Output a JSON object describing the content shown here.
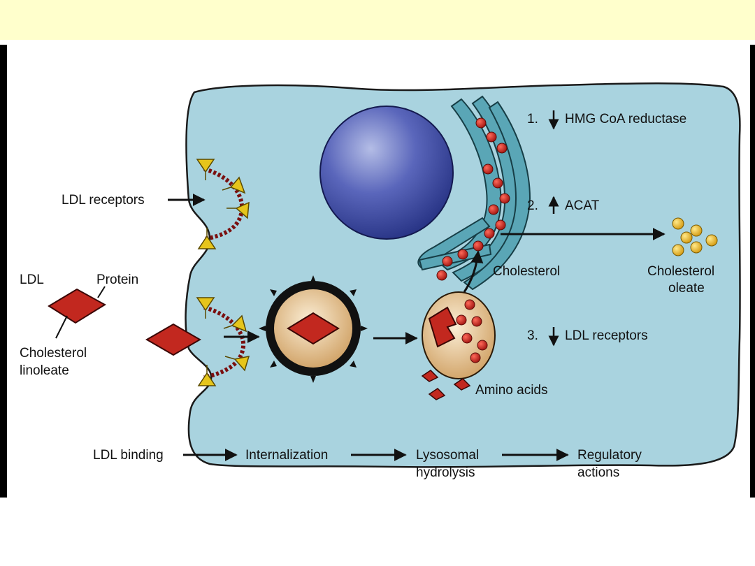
{
  "labels": {
    "ldl_receptors": "LDL receptors",
    "ldl": "LDL",
    "protein": "Protein",
    "cholesterol_linoleate_1": "Cholesterol",
    "cholesterol_linoleate_2": "linoleate",
    "cholesterol": "Cholesterol",
    "cholesterol_oleate_1": "Cholesterol",
    "cholesterol_oleate_2": "oleate",
    "amino_acids": "Amino acids"
  },
  "regulation": {
    "step1": {
      "num": "1.",
      "text": "HMG CoA reductase",
      "direction": "down"
    },
    "step2": {
      "num": "2.",
      "text": "ACAT",
      "direction": "up"
    },
    "step3": {
      "num": "3.",
      "text": "LDL receptors",
      "direction": "down"
    }
  },
  "flow": {
    "s1": "LDL binding",
    "s2": "Internalization",
    "s3a": "Lysosomal",
    "s3b": "hydrolysis",
    "s4a": "Regulatory",
    "s4b": "actions"
  },
  "colors": {
    "banner": "#ffffcc",
    "cell": "#a9d3df",
    "ldl_particle": "#c2281f",
    "receptor": "#e0c21a",
    "nucleus": "#4a56b0",
    "er": "#5aa6b6",
    "vesicle": "#f0d6a8",
    "oleate_droplet": "#f2c22c"
  }
}
